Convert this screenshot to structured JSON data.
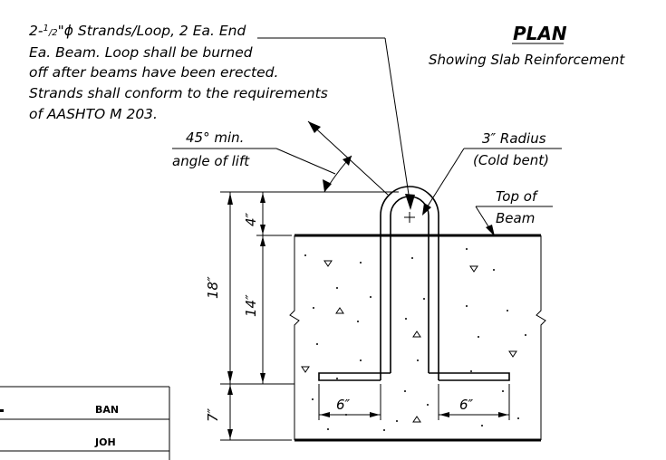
{
  "note": {
    "line1": "2-",
    "frac": "1",
    "frac_den": "2",
    "line1_rest": "\"ϕ Strands/Loop, 2 Ea. End",
    "line2": "Ea. Beam. Loop shall be burned",
    "line3": "off after beams have been erected.",
    "line4": "Strands shall conform to the requirements",
    "line5": "of AASHTO M 203."
  },
  "title": {
    "main": "PLAN",
    "sub": "Showing Slab Reinforcement"
  },
  "callouts": {
    "angle_top": "45° min.",
    "angle_bottom": "angle of lift",
    "radius_top": "3″ Radius",
    "radius_bottom": "(Cold bent)",
    "beam_top": "Top of",
    "beam_bottom": "Beam"
  },
  "dimensions": {
    "overall": "18″",
    "loop": "4″",
    "embed": "14″",
    "lower": "7″",
    "leg_left": "6″",
    "leg_right": "6″"
  },
  "title_block": {
    "row1": "BAN",
    "row2": "JOH"
  }
}
